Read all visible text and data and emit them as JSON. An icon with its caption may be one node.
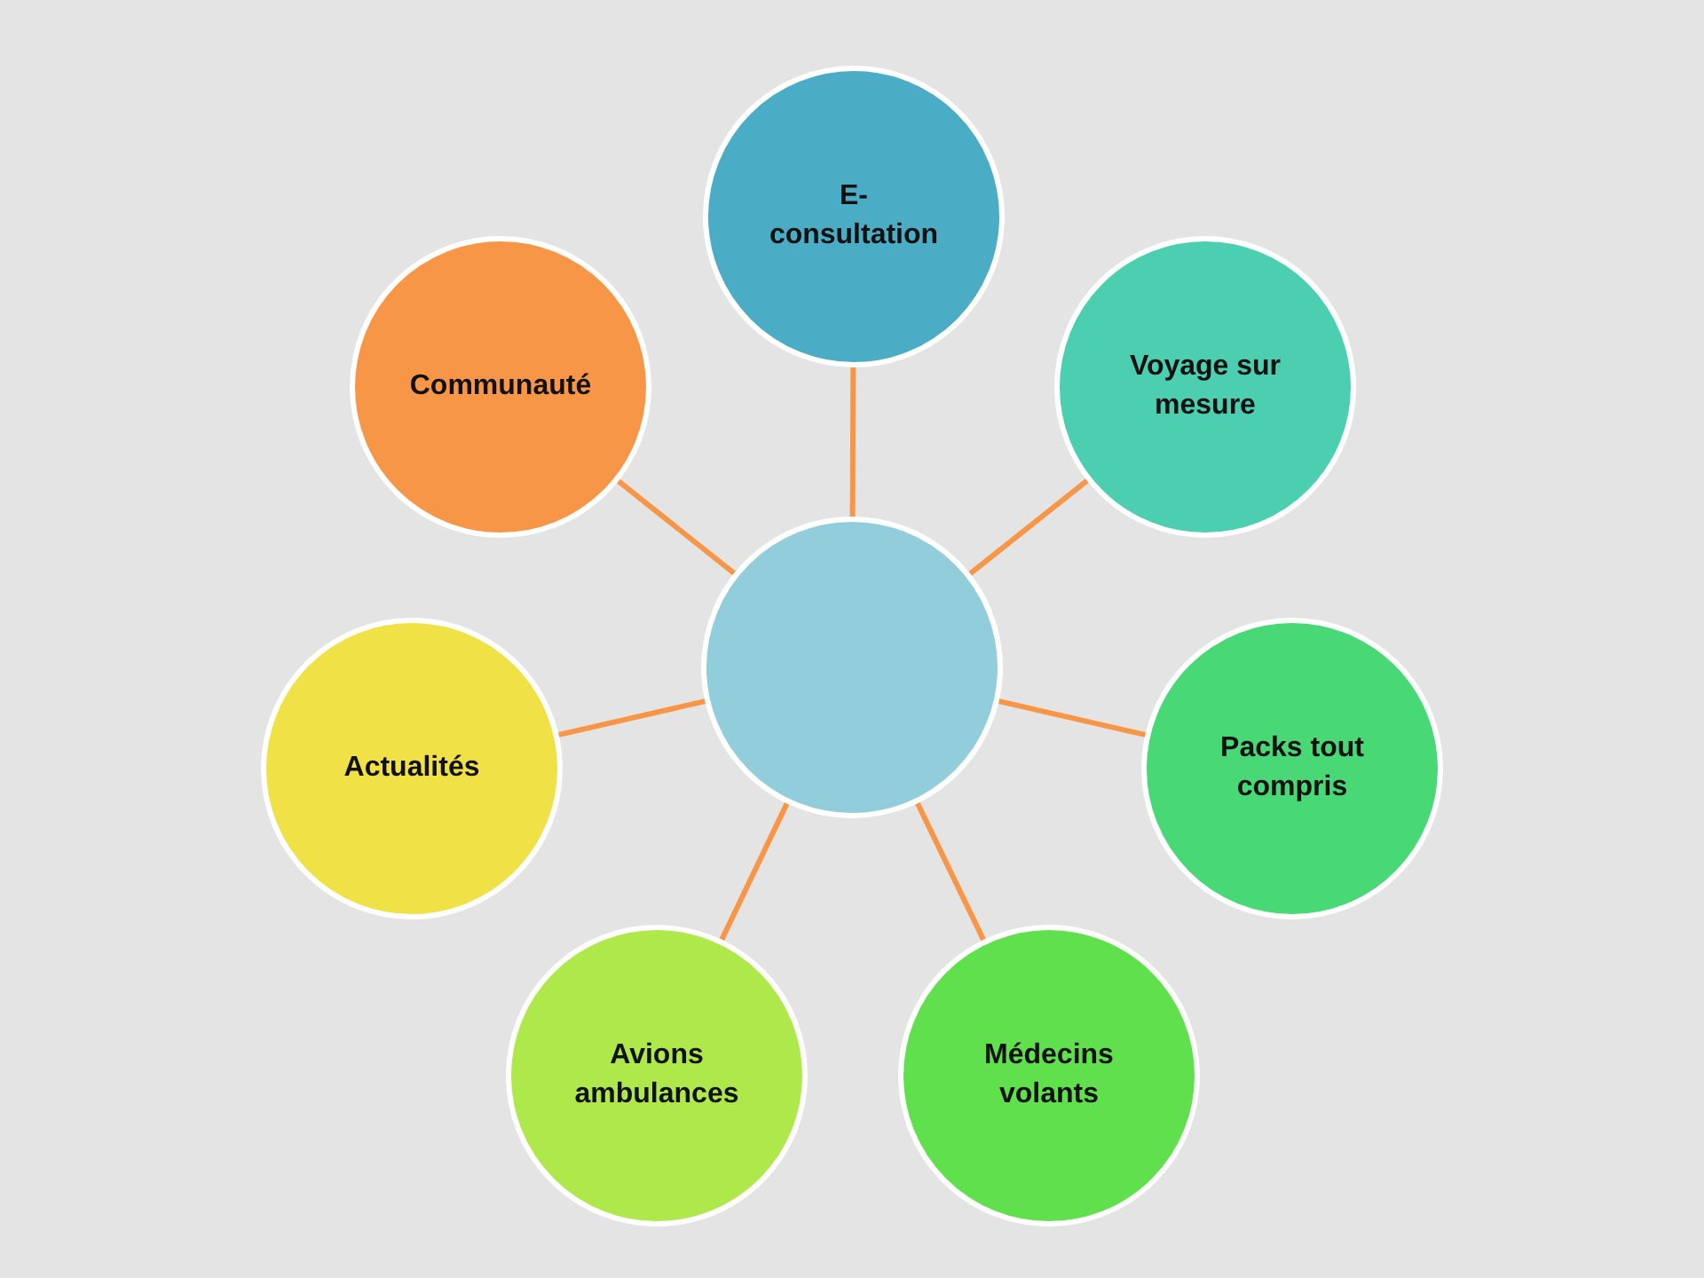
{
  "diagram": {
    "nodes": [
      {
        "text": [
          "E-consultation"
        ]
      },
      {
        "text": [
          "Communauté"
        ]
      },
      {
        "text": [
          "Voyage sur mesure"
        ]
      },
      {
        "text": [],
        "shape": "circle"
      },
      {
        "text": [
          "Actualités"
        ]
      },
      {
        "text": [
          "Packs tout compris"
        ]
      },
      {
        "text": [
          "Avions ambulances"
        ]
      },
      {
        "text": [
          "Médecins volants"
        ]
      }
    ],
    "edges": [
      {
        "from": 3,
        "to": 0,
        "arrow": "none"
      },
      {
        "from": 3,
        "to": 2,
        "arrow": "none"
      },
      {
        "from": 3,
        "to": 5,
        "arrow": "none"
      },
      {
        "from": 3,
        "to": 7,
        "arrow": "none"
      },
      {
        "from": 3,
        "to": 6,
        "arrow": "none"
      },
      {
        "from": 3,
        "to": 4,
        "arrow": "none"
      },
      {
        "from": 3,
        "to": 1,
        "arrow": "none"
      }
    ]
  }
}
